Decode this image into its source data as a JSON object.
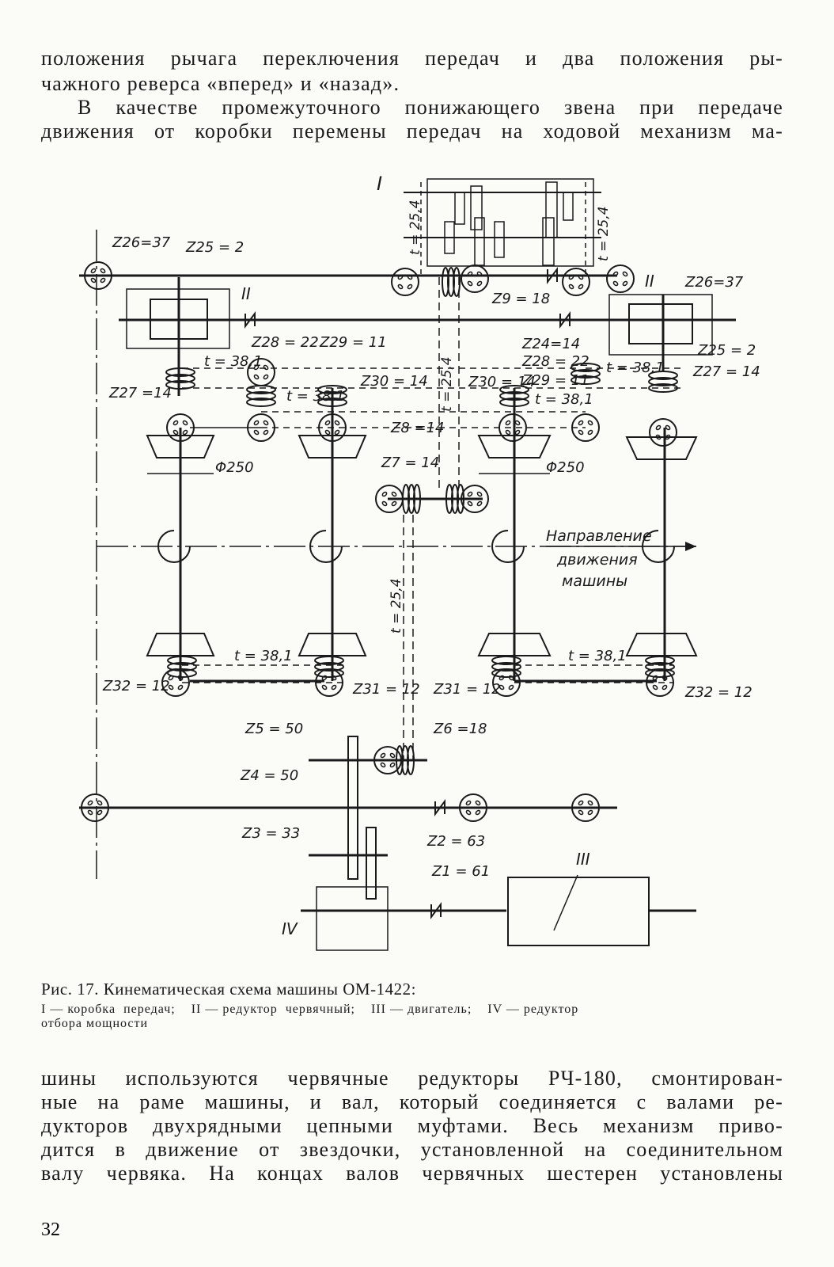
{
  "top_text": {
    "lines": [
      "положения рычага переключения  передач и два положения  ры-",
      "чажного реверса «вперед» и «назад».",
      "В качестве промежуточного понижающего звена при  передаче",
      "движения от коробки перемены передач на ходовой механизм ма-"
    ]
  },
  "figure": {
    "labels": {
      "I": "I",
      "II_left": "II",
      "II_right": "II",
      "III": "III",
      "IV": "IV",
      "z26_left": "Z26=37",
      "z25_left": "Z25 = 2",
      "z26_right": "Z26=37",
      "z25_right": "Z25 = 2",
      "z27_left": "Z27 =14",
      "z27_right": "Z27 = 14",
      "z28_left": "Z28 = 22",
      "z29_left": "Z29 = 11",
      "z30_left": "Z30 = 14",
      "z24": "Z24=14",
      "z28_right": "Z28 = 22",
      "z30_right": "Z30 = 14",
      "z29_right": "Z29 = 11",
      "z9": "Z9 = 18",
      "z8": "Z8 =14",
      "z7": "Z7 = 14",
      "t_381_a": "t = 38,1",
      "t_381_b": "t = 38,1",
      "t_381_c": "t = 38,1",
      "t_381_d": "t = 38,1",
      "t_381_e": "t = 38,1",
      "t_381_f": "t = 38,1",
      "t_254_a": "t = 25,4",
      "t_254_b": "t = 25,4",
      "t_254_c": "t = 25,4",
      "t_254_d": "t = 25,4",
      "d250_left": "Φ250",
      "d250_right": "Φ250",
      "direction_1": "Направление",
      "direction_2": "движения",
      "direction_3": "машины",
      "z32_left": "Z32 = 12",
      "z31_left": "Z31 = 12",
      "z31_right": "Z31 = 12",
      "z32_right": "Z32 = 12",
      "z5": "Z5 = 50",
      "z6": "Z6 =18",
      "z4": "Z4 = 50",
      "z3": "Z3 = 33",
      "z2": "Z2 = 63",
      "z1": "Z1 = 61"
    }
  },
  "caption": {
    "title": "Рис. 17. Кинематическая схема машины ОМ-1422:",
    "legend_1": "I — коробка  передач;    II — редуктор  червячный;    III — двигатель;    IV — редуктор",
    "legend_2": "отбора мощности"
  },
  "bottom_text": {
    "lines": [
      "шины используются червячные редукторы РЧ-180, смонтирован-",
      "ные на раме машины, и вал, который соединяется с валами ре-",
      "дукторов двухрядными цепными муфтами. Весь механизм приво-",
      "дится в движение от звездочки, установленной на соединительном",
      "валу червяка. На концах валов червячных шестерен установлены"
    ]
  },
  "page_number": "32"
}
